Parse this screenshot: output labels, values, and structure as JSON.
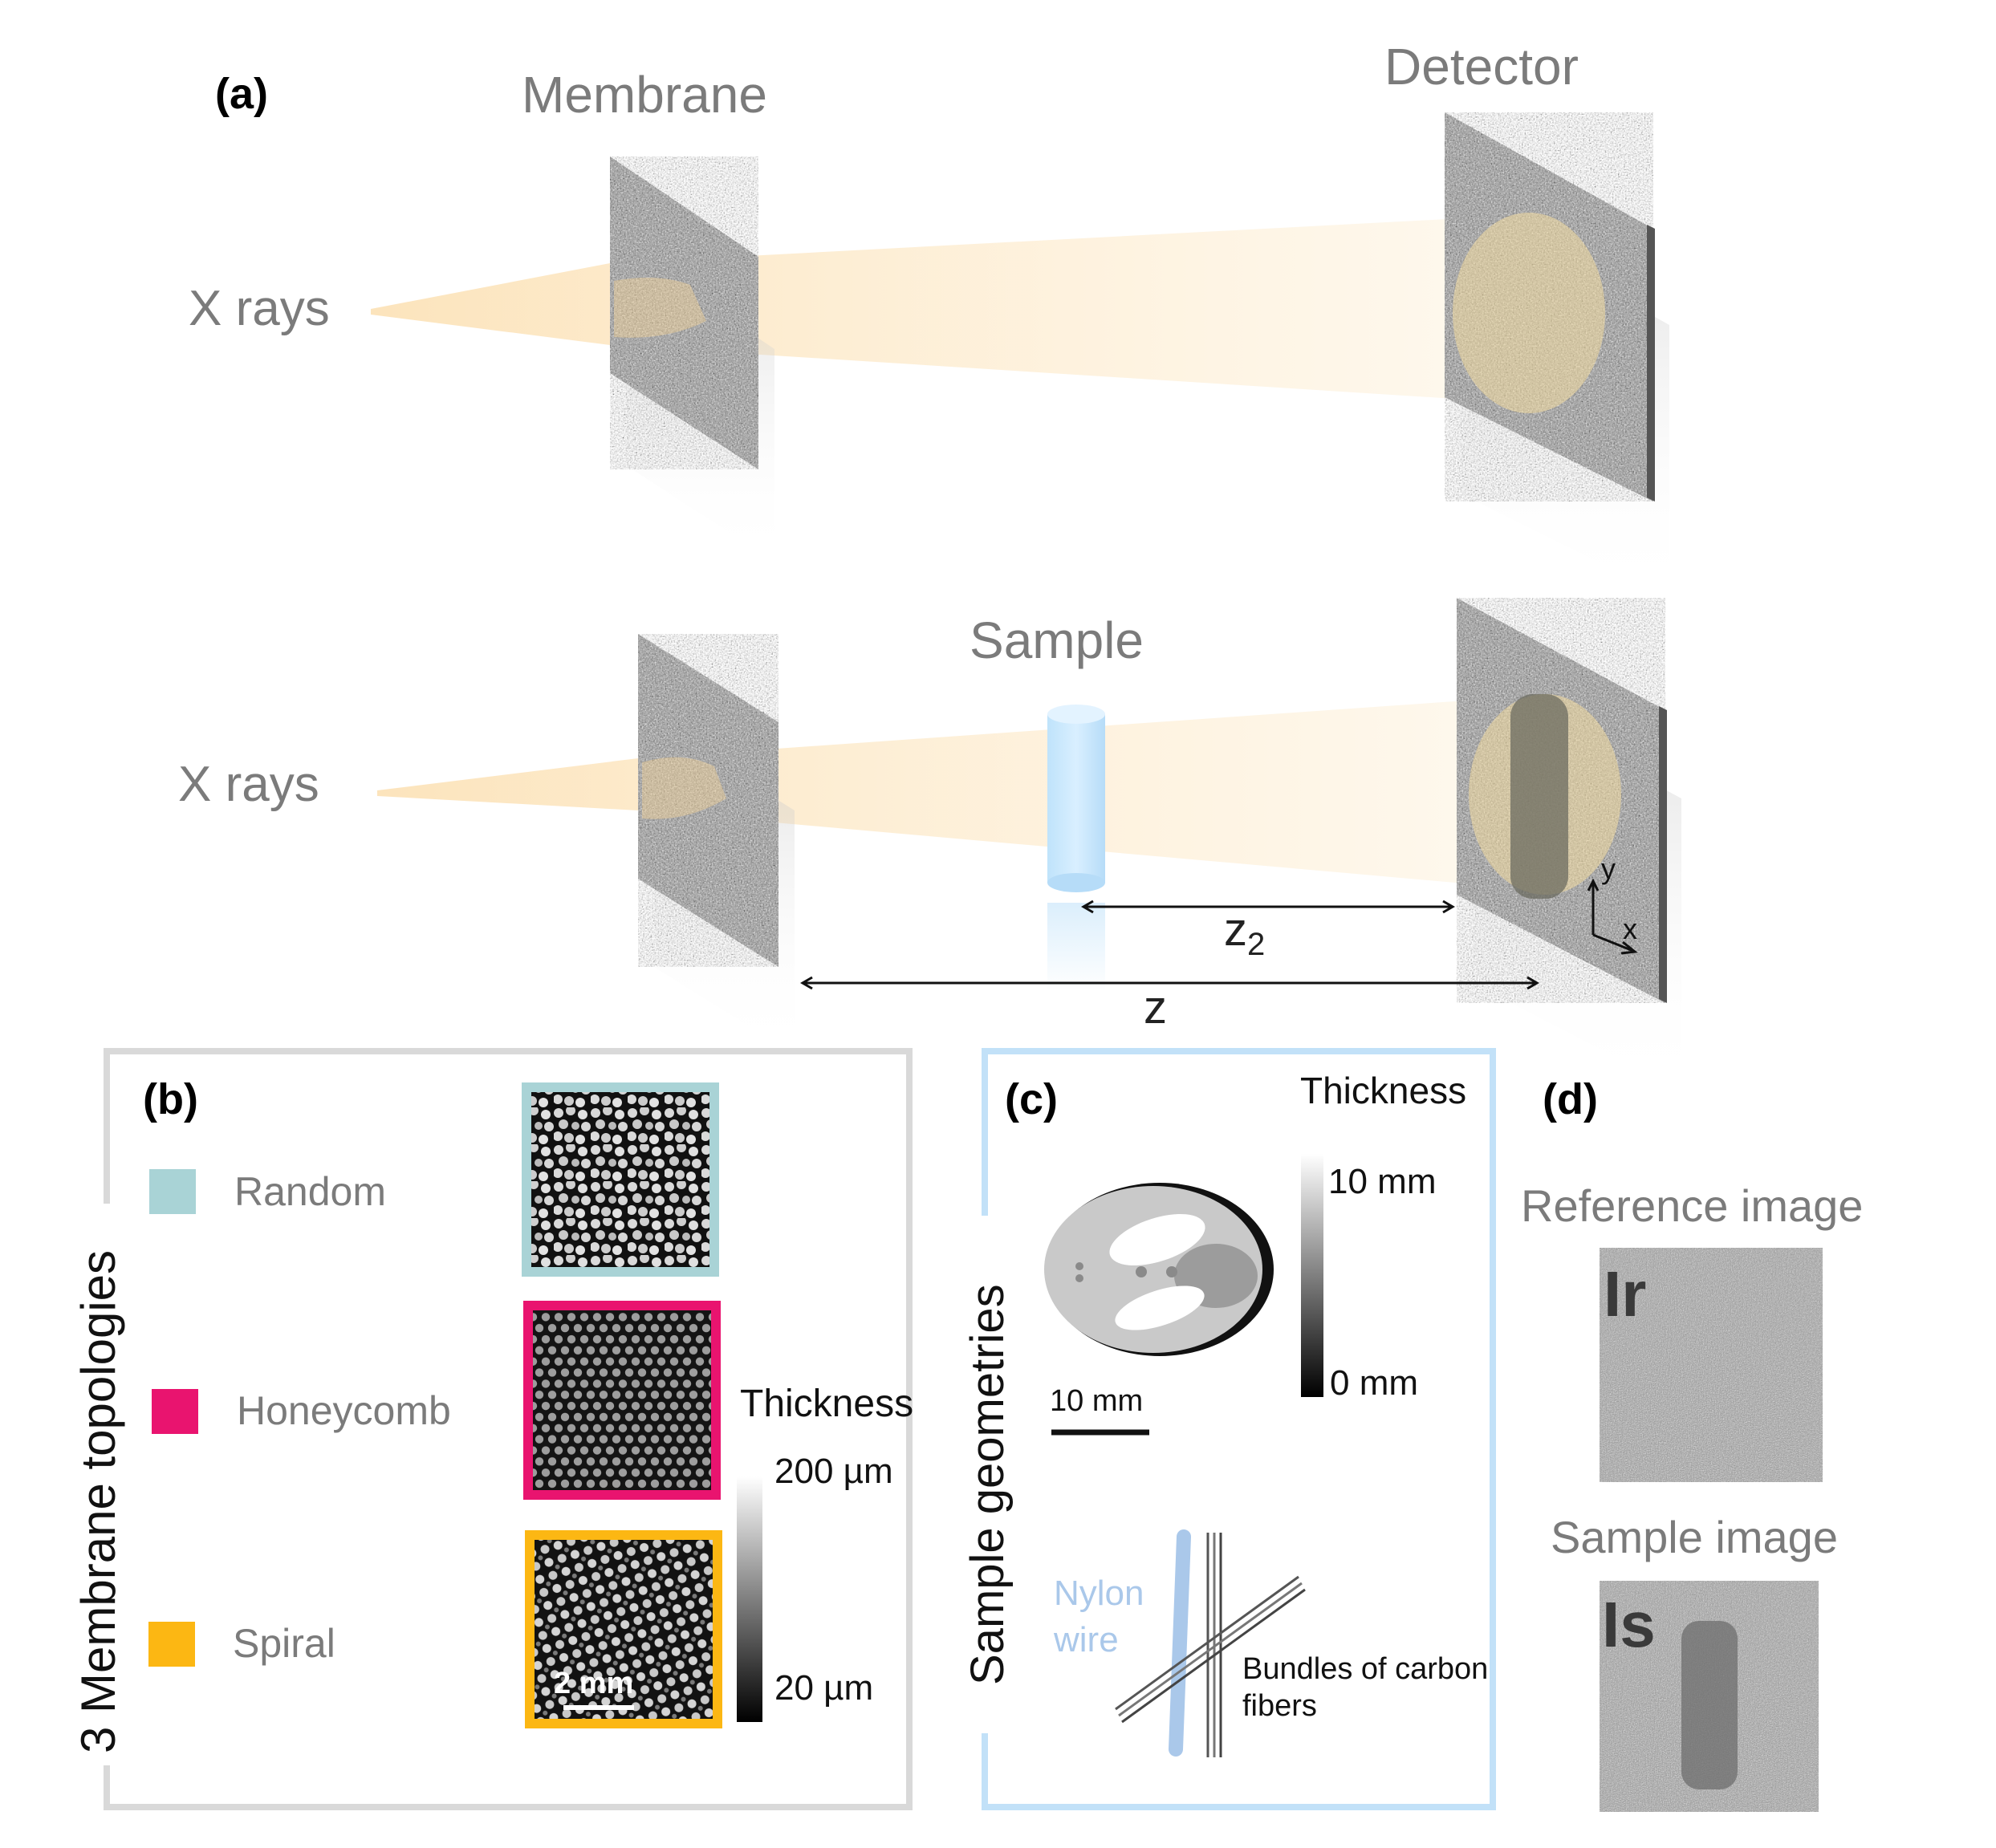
{
  "panel_a": {
    "tag": "(a)",
    "membrane_label": "Membrane",
    "detector_label": "Detector",
    "xrays_top": "X rays",
    "xrays_bottom": "X rays",
    "sample_label": "Sample",
    "z2_main": "z",
    "z2_sub": "2",
    "z_label": "z",
    "axis_y": "y",
    "axis_x": "x"
  },
  "panel_b": {
    "tag": "(b)",
    "vertical_title": "3 Membrane topologies",
    "items": [
      {
        "label": "Random",
        "color": "#a9d3d6"
      },
      {
        "label": "Honeycomb",
        "color": "#e9146f"
      },
      {
        "label": "Spiral",
        "color": "#fcb713"
      }
    ],
    "thickness_title": "Thickness",
    "thickness_max": "200 µm",
    "thickness_min": "20 µm",
    "scale_label": "2 mm",
    "frame_color": "#d9d9d9"
  },
  "panel_c": {
    "tag": "(c)",
    "vertical_title": "Sample geometries",
    "thickness_title": "Thickness",
    "thickness_max": "10 mm",
    "thickness_min": "0 mm",
    "scale_label": "10 mm",
    "nylon_line1": "Nylon",
    "nylon_line2": "wire",
    "carbon_line1": "Bundles of carbon",
    "carbon_line2": "fibers",
    "frame_color": "#c2e1f8",
    "nylon_color": "#aac8ea"
  },
  "panel_d": {
    "tag": "(d)",
    "reference_title": "Reference image",
    "reference_tag": "Ir",
    "sample_title": "Sample image",
    "sample_tag": "Is"
  }
}
